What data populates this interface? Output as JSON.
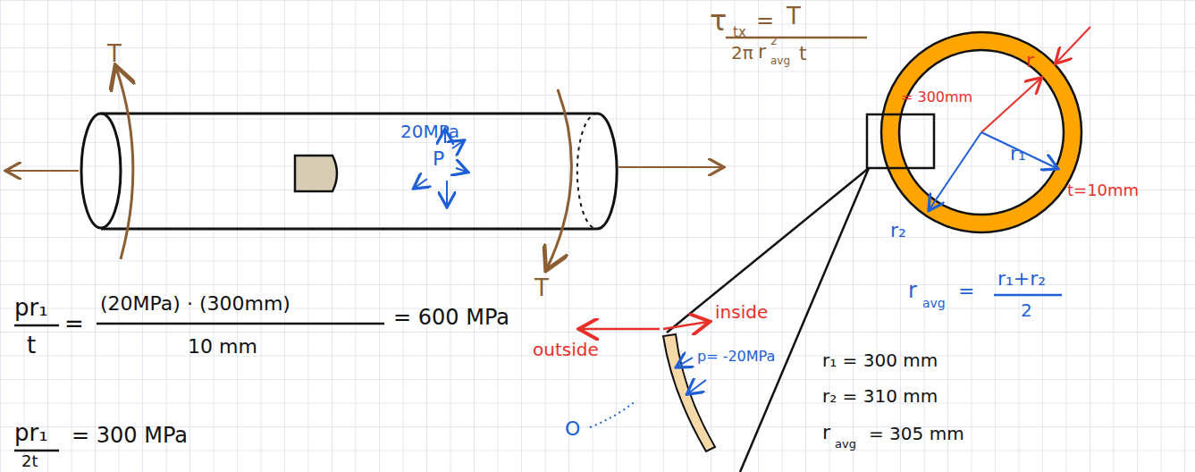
{
  "diagram": {
    "labels": [
      "T",
      "20MPa",
      "P",
      "T",
      "τ",
      "tx",
      "=",
      "T",
      "2π",
      "r",
      "2",
      "avg",
      "t",
      "r",
      "= 300mm",
      "t=10mm",
      "r₁",
      "r₂",
      "r",
      "avg",
      "=",
      "r₁+r₂",
      "2",
      "pr₁",
      "t",
      "=",
      "(20MPa) · (300mm)",
      "10 mm",
      "= 600 MPa",
      "pr₁",
      "2t",
      "= 300 MPa",
      "inside",
      "outside",
      "p= -20MPa",
      "O",
      "r₁ = 300 mm",
      "r₂ = 310 mm",
      "r",
      "avg",
      "= 305 mm"
    ]
  }
}
